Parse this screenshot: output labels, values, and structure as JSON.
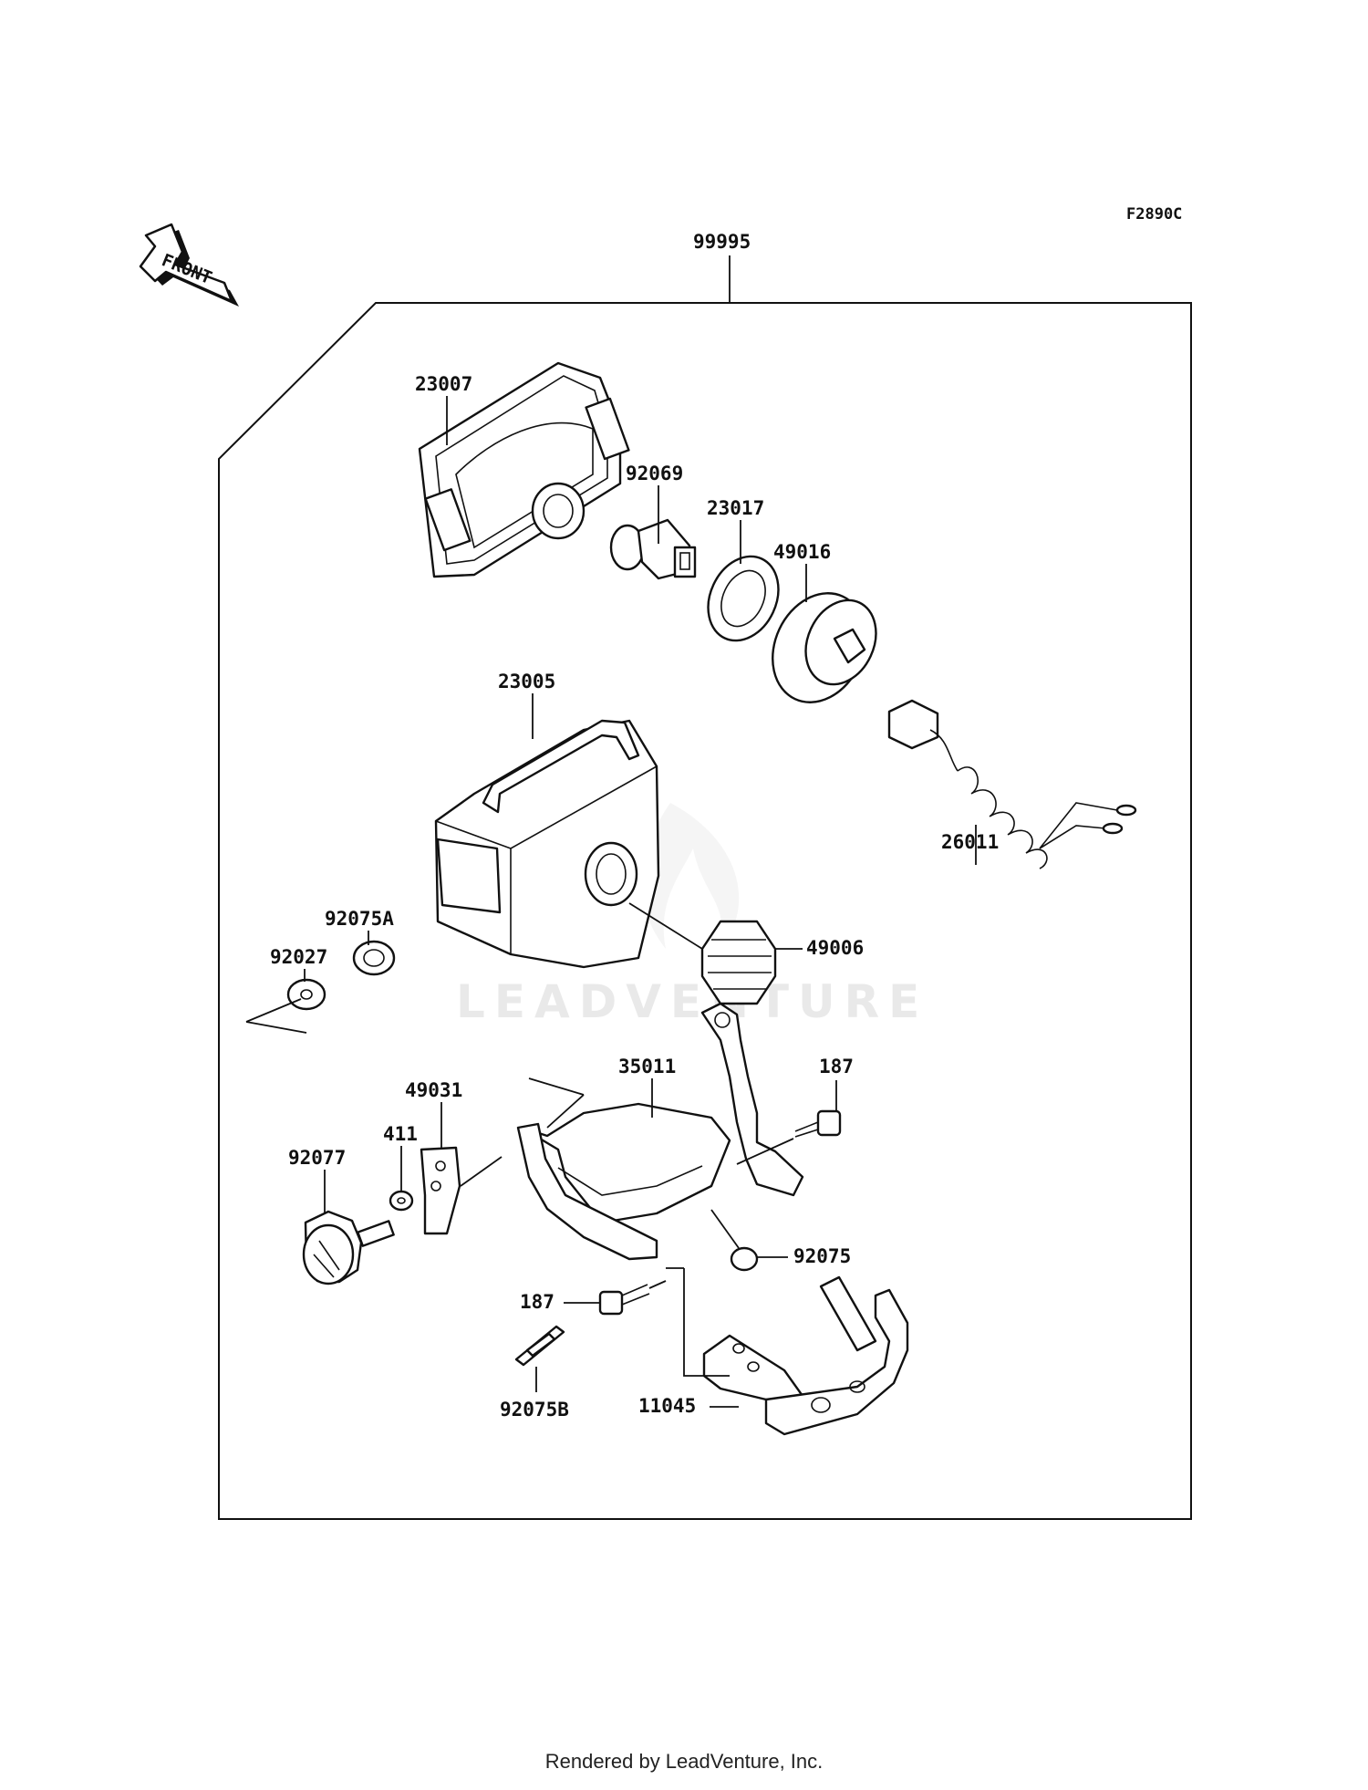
{
  "diagram_code": "F2890C",
  "front_label": "FRONT",
  "watermark": "LEADVENTURE",
  "footer": "Rendered by LeadVenture, Inc.",
  "labels": {
    "p99995": "99995",
    "p23007": "23007",
    "p92069": "92069",
    "p23017": "23017",
    "p49016": "49016",
    "p23005": "23005",
    "p26011": "26011",
    "p92075A": "92075A",
    "p92027": "92027",
    "p49006": "49006",
    "p35011": "35011",
    "p187a": "187",
    "p49031": "49031",
    "p411": "411",
    "p92077": "92077",
    "p92075": "92075",
    "p187b": "187",
    "p92075B": "92075B",
    "p11045": "11045"
  }
}
